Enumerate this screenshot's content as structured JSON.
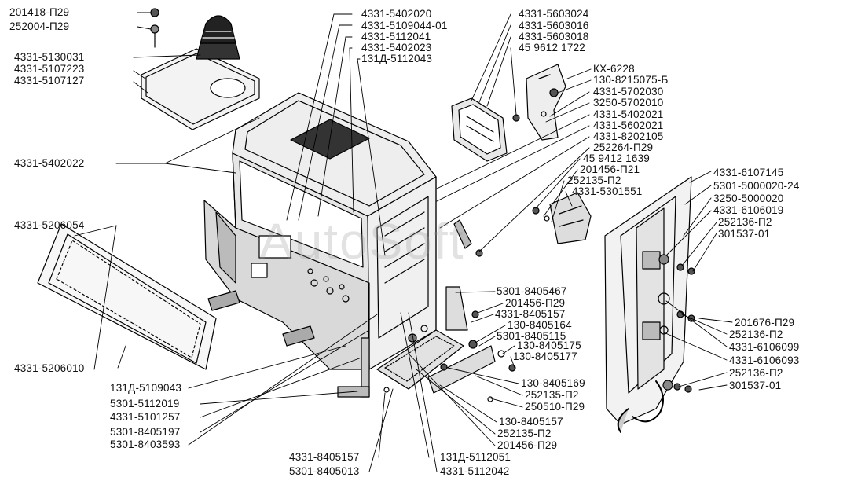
{
  "watermark": "AutoSoft",
  "labels": {
    "l01": "201418-П29",
    "l02": "252004-П29",
    "l03": "4331-5130031",
    "l04": "4331-5107223",
    "l05": "4331-5107127",
    "l06": "4331-5402022",
    "l07": "4331-5206054",
    "l08": "4331-5206010",
    "t01": "4331-5402020",
    "t02": "4331-5109044-01",
    "t03": "4331-5112041",
    "t04": "4331-5402023",
    "t05": "131Д-5112043",
    "r01": "4331-5603024",
    "r02": "4331-5603016",
    "r03": "4331-5603018",
    "r04": "45 9612 1722",
    "r05": "КХ-6228",
    "r06": "130-8215075-Б",
    "r07": "4331-5702030",
    "r08": "3250-5702010",
    "r09": "4331-5402021",
    "r10": "4331-5602021",
    "r11": "4331-8202105",
    "r12": "252264-П29",
    "r13": "45 9412 1639",
    "r14": "201456-П21",
    "r15": "252135-П2",
    "r16": "4331-5301551",
    "f01": "4331-6107145",
    "f02": "5301-5000020-24",
    "f03": "3250-5000020",
    "f04": "4331-6106019",
    "f05": "252136-П2",
    "f06": "301537-01",
    "f07": "201676-П29",
    "f08": "252136-П2",
    "f09": "4331-6106099",
    "f10": "4331-6106093",
    "f11": "252136-П2",
    "f12": "301537-01",
    "m01": "5301-8405467",
    "m02": "201456-П29",
    "m03": "4331-8405157",
    "m04": "130-8405164",
    "m05": "5301-8405115",
    "m06": "130-8405175",
    "m07": "130-8405177",
    "m08": "130-8405169",
    "m09": "252135-П2",
    "m10": "250510-П29",
    "m11": "130-8405157",
    "m12": "252135-П2",
    "m13": "201456-П29",
    "b01": "131Д-5109043",
    "b02": "5301-5112019",
    "b03": "4331-5101257",
    "b04": "5301-8405197",
    "b05": "5301-8403593",
    "b06": "4331-8405157",
    "b07": "5301-8405013",
    "b08": "131Д-5112051",
    "b09": "4331-5112042"
  }
}
